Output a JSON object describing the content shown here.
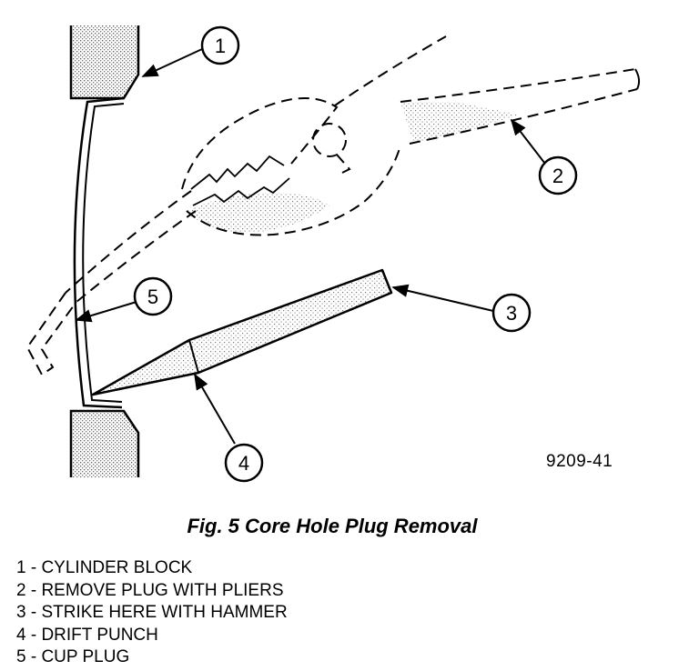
{
  "figure": {
    "callouts": [
      {
        "number": "1"
      },
      {
        "number": "2"
      },
      {
        "number": "3"
      },
      {
        "number": "4"
      },
      {
        "number": "5"
      }
    ],
    "figure_id": "9209-41"
  },
  "caption": "Fig. 5 Core Hole Plug Removal",
  "legend": [
    "1 - CYLINDER BLOCK",
    "2 - REMOVE PLUG WITH PLIERS",
    "3 - STRIKE HERE WITH HAMMER",
    "4 - DRIFT PUNCH",
    "5 - CUP PLUG"
  ]
}
